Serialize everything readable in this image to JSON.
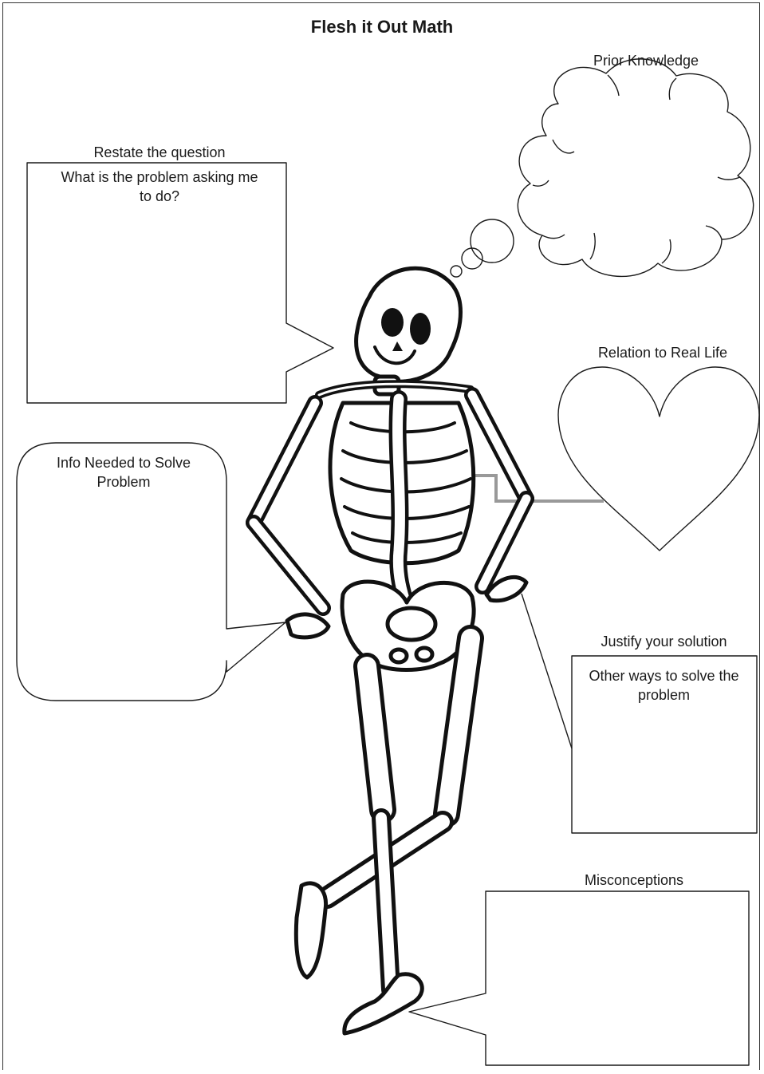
{
  "title": "Flesh it Out Math",
  "sections": {
    "prior_knowledge": {
      "label": "Prior Knowledge"
    },
    "restate": {
      "label": "Restate the question",
      "prompt": "What is the problem asking me to do?"
    },
    "real_life": {
      "label": "Relation to Real Life"
    },
    "info_needed": {
      "label": "Info Needed to Solve Problem"
    },
    "justify": {
      "label": "Justify your solution",
      "prompt": "Other ways to solve the problem"
    },
    "misconceptions": {
      "label": "Misconceptions"
    }
  },
  "colors": {
    "line": "#1a1a1a",
    "arrow": "#999999",
    "paper": "#ffffff"
  },
  "icons": {
    "figure": "skeleton-illustration",
    "thought": "thought-cloud-icon",
    "heart": "heart-icon"
  }
}
